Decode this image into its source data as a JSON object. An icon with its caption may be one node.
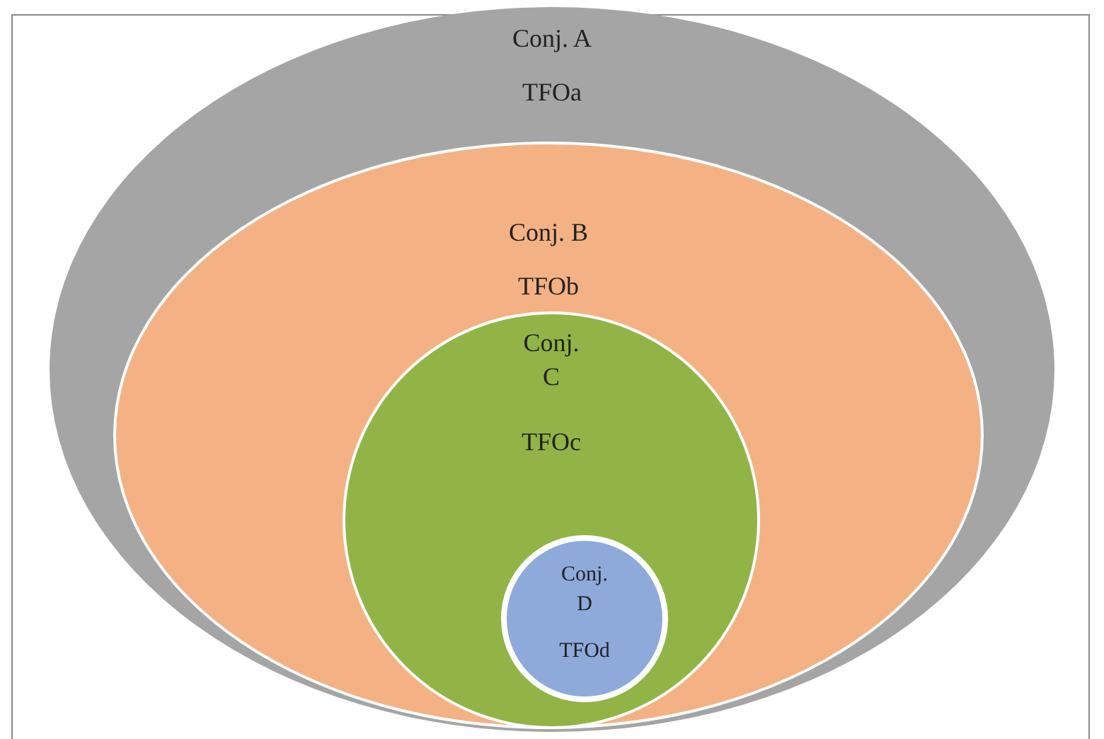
{
  "diagram": {
    "nodes": [
      {
        "text": [
          "Conj. A",
          "TFOa"
        ]
      },
      {
        "text": [
          "Conj. B",
          "TFOb"
        ],
        "in": 0
      },
      {
        "text": [
          "Conj. C",
          "TFOc"
        ],
        "in": 1
      },
      {
        "text": [
          "Conj. D",
          "TFOd"
        ],
        "in": 2
      }
    ],
    "edges": []
  }
}
